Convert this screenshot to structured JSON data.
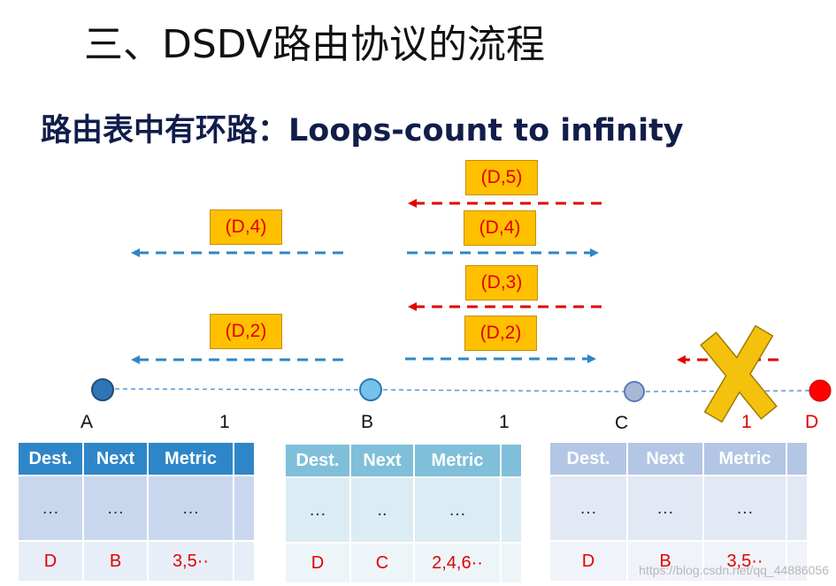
{
  "title": "三、DSDV路由协议的流程",
  "subtitle": "路由表中有环路：Loops-count  to infinity",
  "nodes": [
    {
      "id": "A",
      "color": "#2e75b6"
    },
    {
      "id": "B",
      "color": "#75c3ea"
    },
    {
      "id": "C",
      "color": "#a9b7d6"
    },
    {
      "id": "D",
      "color": "#ff0000"
    }
  ],
  "links": [
    {
      "metric": "1"
    },
    {
      "metric": "1"
    },
    {
      "metric": "1"
    }
  ],
  "messages": {
    "ab_upper": "(D,4)",
    "ab_lower": "(D,2)",
    "bc_1": "(D,5)",
    "bc_2": "(D,4)",
    "bc_3": "(D,3)",
    "bc_4": "(D,2)"
  },
  "colors": {
    "blue_arrow": "#2e86c8",
    "red_arrow": "#e00000",
    "cross": "#f4c20d"
  },
  "tables": [
    {
      "header_color": "#2e86c8",
      "body_color": "#c9d7ee",
      "headers": [
        "Dest.",
        "Next",
        "Metric",
        ""
      ],
      "rows": [
        [
          "…",
          "…",
          "…",
          ""
        ],
        [
          "D",
          "B",
          "3,5··",
          ""
        ]
      ]
    },
    {
      "header_color": "#7fbfd9",
      "body_color": "#dcecf4",
      "headers": [
        "Dest.",
        "Next",
        "Metric",
        ""
      ],
      "rows": [
        [
          "…",
          "..",
          "…",
          ""
        ],
        [
          "D",
          "C",
          "2,4,6··",
          ""
        ]
      ]
    },
    {
      "header_color": "#b3c6e4",
      "body_color": "#e2e9f5",
      "headers": [
        "Dest.",
        "Next",
        "Metric",
        ""
      ],
      "rows": [
        [
          "…",
          "…",
          "…",
          ""
        ],
        [
          "D",
          "B",
          "3,5··",
          ""
        ]
      ]
    }
  ],
  "watermark": "https://blog.csdn.net/qq_44886056"
}
